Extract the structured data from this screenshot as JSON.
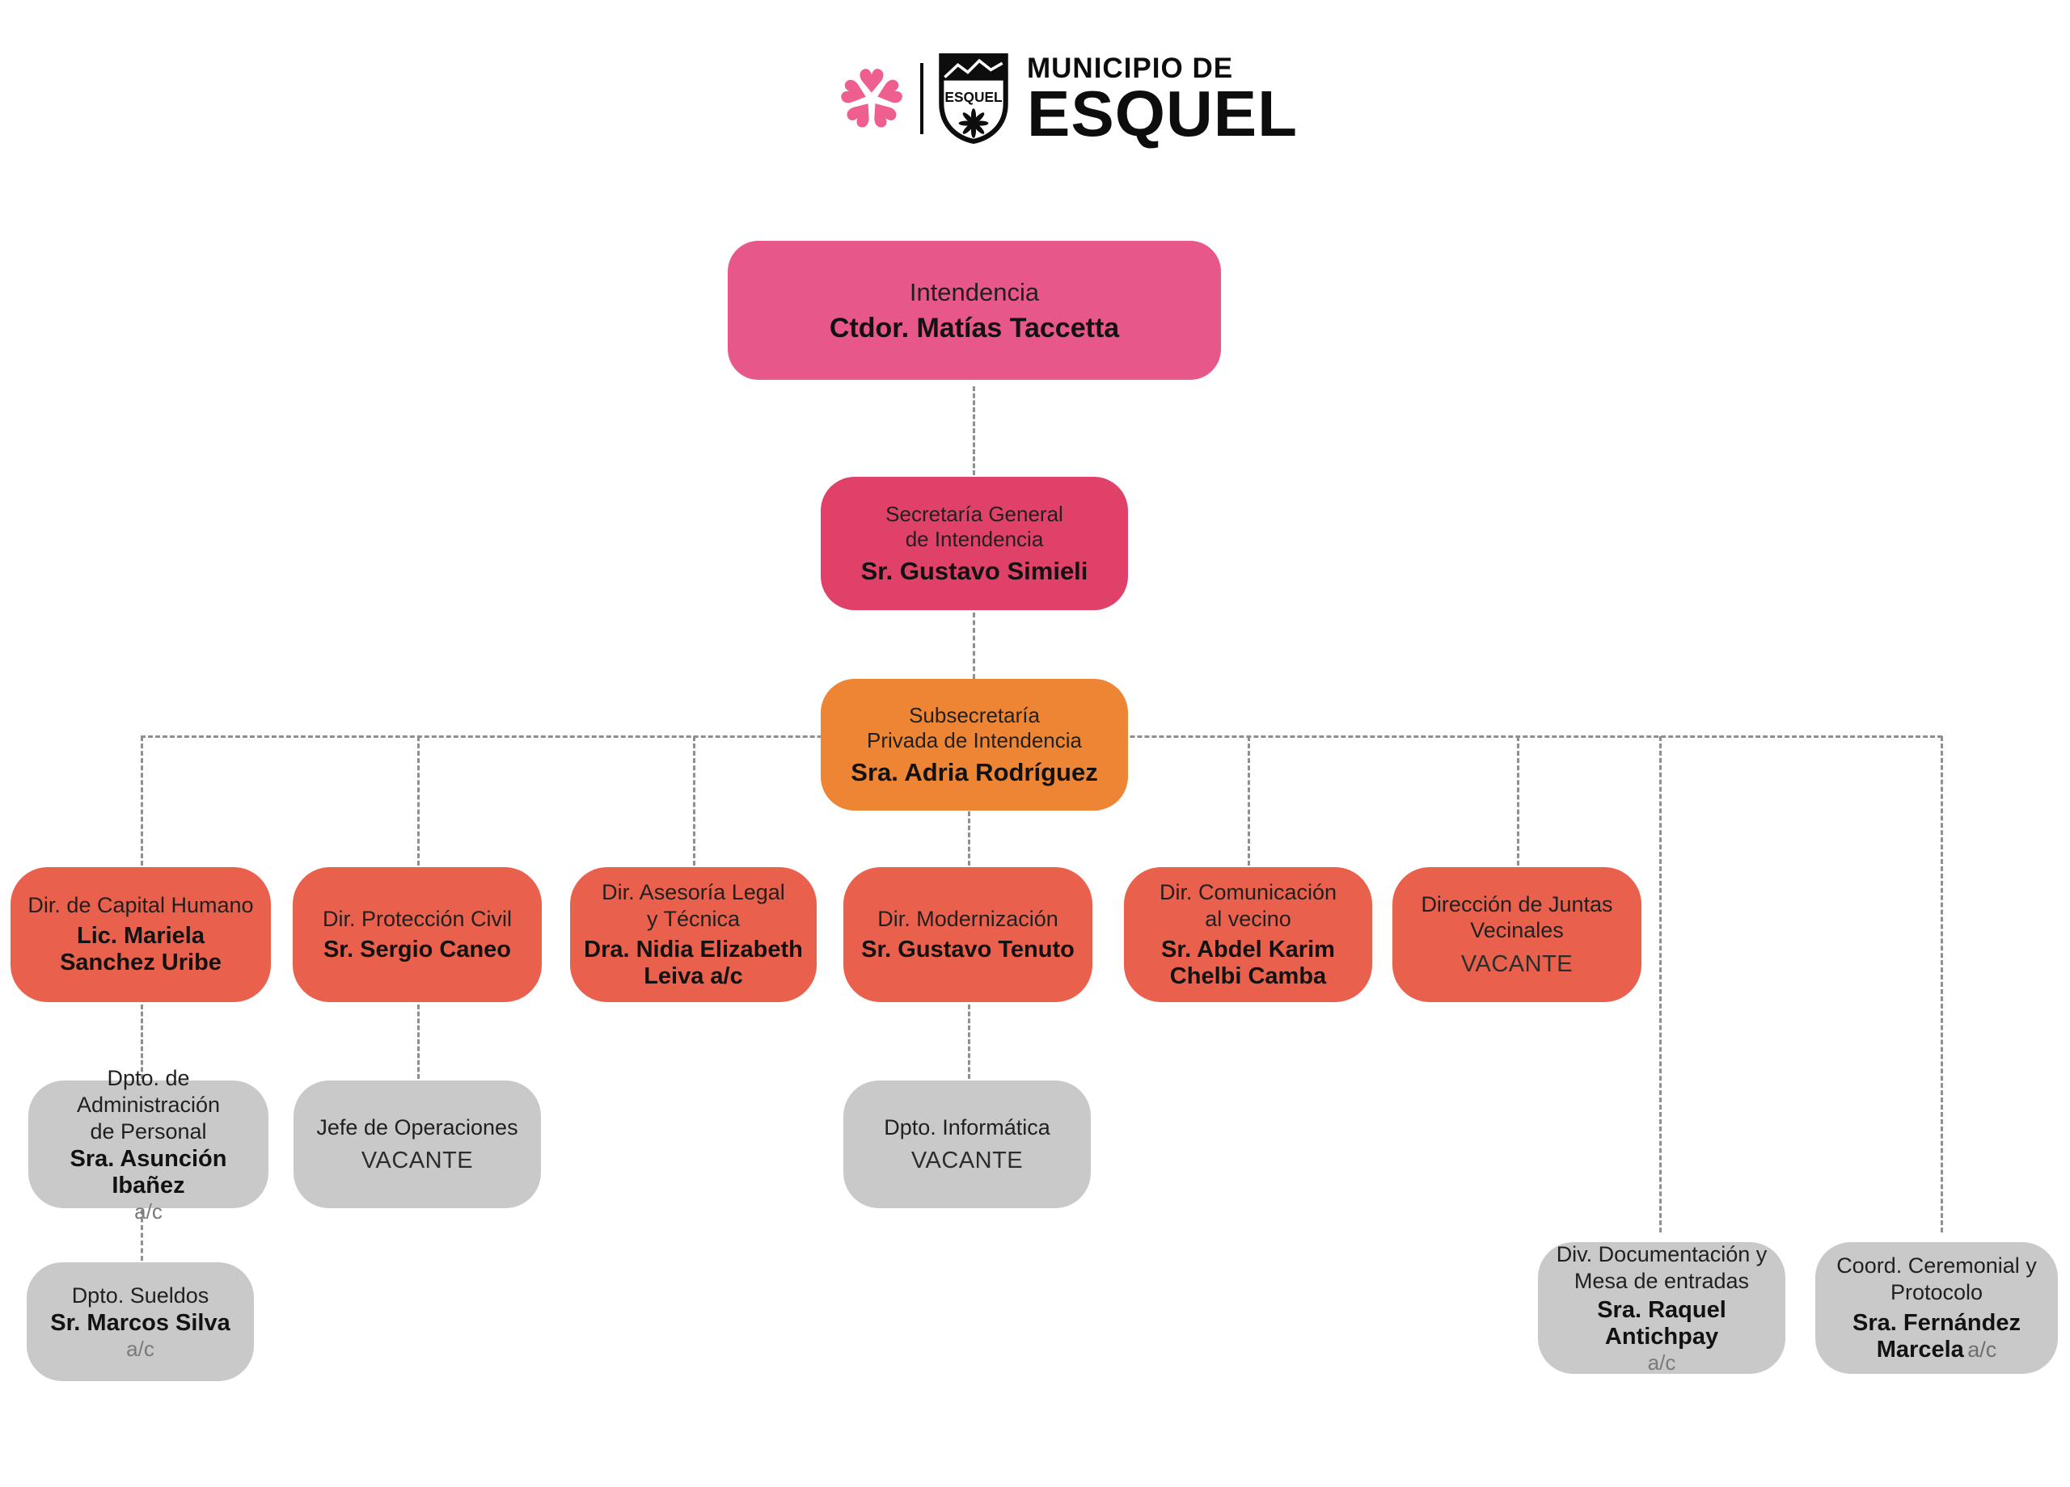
{
  "brand": {
    "line1": "MUNICIPIO DE",
    "line2": "ESQUEL",
    "shield_text": "ESQUEL"
  },
  "icons": {
    "flower_petal_glyph": "♥",
    "flower": "five-petal-heart-flower",
    "shield": "esquel-crest-with-mountains-and-asterisk"
  },
  "colors": {
    "pink": "#E7578A",
    "crimson": "#E04169",
    "orange": "#EE8534",
    "coral": "#E9614C",
    "gray": "#C9C9C9",
    "connector": "#8F8F8F",
    "flower_pink": "#EE5F8F",
    "text": "#121212"
  },
  "org": {
    "intendencia": {
      "title": "Intendencia",
      "name": "Ctdor. Matías Taccetta"
    },
    "secretaria": {
      "title": "Secretaría General\nde Intendencia",
      "name": "Sr. Gustavo Simieli"
    },
    "subsecretaria": {
      "title": "Subsecretaría\nPrivada de Intendencia",
      "name": "Sra. Adria Rodríguez"
    },
    "directors": [
      {
        "title": "Dir. de Capital Humano",
        "name": "Lic. Mariela\nSanchez Uribe"
      },
      {
        "title": "Dir. Protección Civil",
        "name": "Sr. Sergio Caneo"
      },
      {
        "title": "Dir. Asesoría Legal\ny Técnica",
        "name": "Dra. Nidia Elizabeth\nLeiva a/c"
      },
      {
        "title": "Dir. Modernización",
        "name": "Sr. Gustavo Tenuto"
      },
      {
        "title": "Dir. Comunicación\nal vecino",
        "name": "Sr. Abdel Karim\nChelbi Camba"
      },
      {
        "title": "Dirección de Juntas\nVecinales",
        "name": "VACANTE"
      }
    ],
    "departments": [
      {
        "title": "Dpto. de Administración\nde Personal",
        "name": "Sra. Asunción Ibañez",
        "suffix": "a/c"
      },
      {
        "title": "Jefe de Operaciones",
        "name": "VACANTE"
      },
      {
        "title": "Dpto. Informática",
        "name": "VACANTE"
      },
      {
        "title": "Dpto. Sueldos",
        "name": "Sr. Marcos Silva",
        "suffix": "a/c"
      },
      {
        "title": "Div. Documentación y\nMesa de entradas",
        "name": "Sra. Raquel Antichpay",
        "suffix": "a/c"
      },
      {
        "title": "Coord. Ceremonial y\nProtocolo",
        "name": "Sra. Fernández\nMarcela",
        "suffix": "a/c"
      }
    ]
  }
}
